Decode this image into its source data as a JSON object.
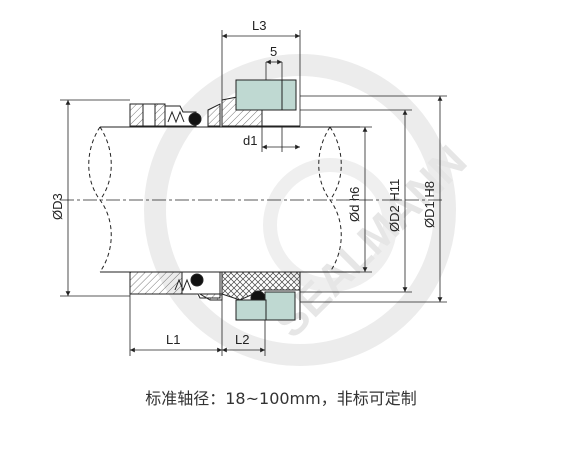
{
  "diagram": {
    "labels": {
      "L3": "L3",
      "five": "5",
      "d1": "d1",
      "D3": "ØD3",
      "d": "Ød h6",
      "D2": "ØD2 H11",
      "D1": "ØD1 H8",
      "L1": "L1",
      "L2": "L2"
    },
    "watermark_text": "SEALMANN",
    "colors": {
      "line": "#222222",
      "seat": "#bfd9d2",
      "watermark": "#e9e9e9",
      "hatch": "#555555"
    }
  },
  "caption": "标准轴径：18~100mm，非标可定制"
}
